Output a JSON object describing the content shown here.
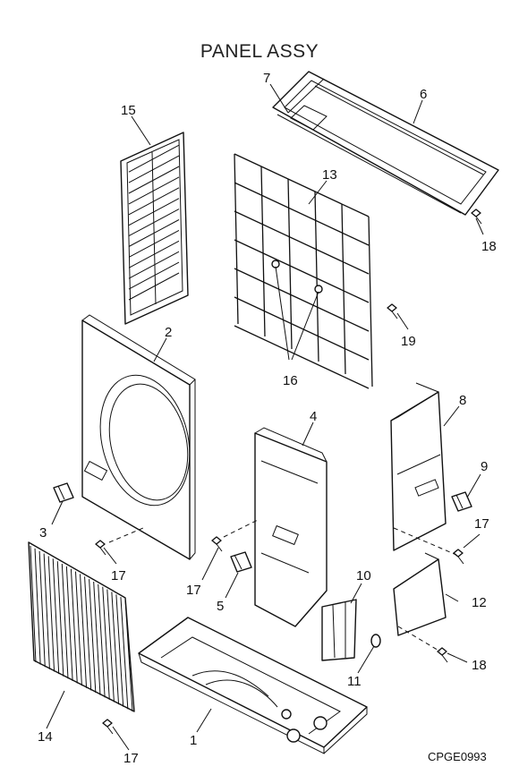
{
  "title": "PANEL ASSY",
  "code": "CPGE0993",
  "parts": [
    {
      "id": "1",
      "label": "1"
    },
    {
      "id": "2",
      "label": "2"
    },
    {
      "id": "3",
      "label": "3"
    },
    {
      "id": "4",
      "label": "4"
    },
    {
      "id": "5",
      "label": "5"
    },
    {
      "id": "6",
      "label": "6"
    },
    {
      "id": "7",
      "label": "7"
    },
    {
      "id": "8",
      "label": "8"
    },
    {
      "id": "9",
      "label": "9"
    },
    {
      "id": "10",
      "label": "10"
    },
    {
      "id": "11",
      "label": "11"
    },
    {
      "id": "12",
      "label": "12"
    },
    {
      "id": "13",
      "label": "13"
    },
    {
      "id": "14",
      "label": "14"
    },
    {
      "id": "15",
      "label": "15"
    },
    {
      "id": "16",
      "label": "16"
    },
    {
      "id": "17a",
      "label": "17"
    },
    {
      "id": "17b",
      "label": "17"
    },
    {
      "id": "17c",
      "label": "17"
    },
    {
      "id": "17d",
      "label": "17"
    },
    {
      "id": "18a",
      "label": "18"
    },
    {
      "id": "18b",
      "label": "18"
    },
    {
      "id": "19",
      "label": "19"
    }
  ]
}
